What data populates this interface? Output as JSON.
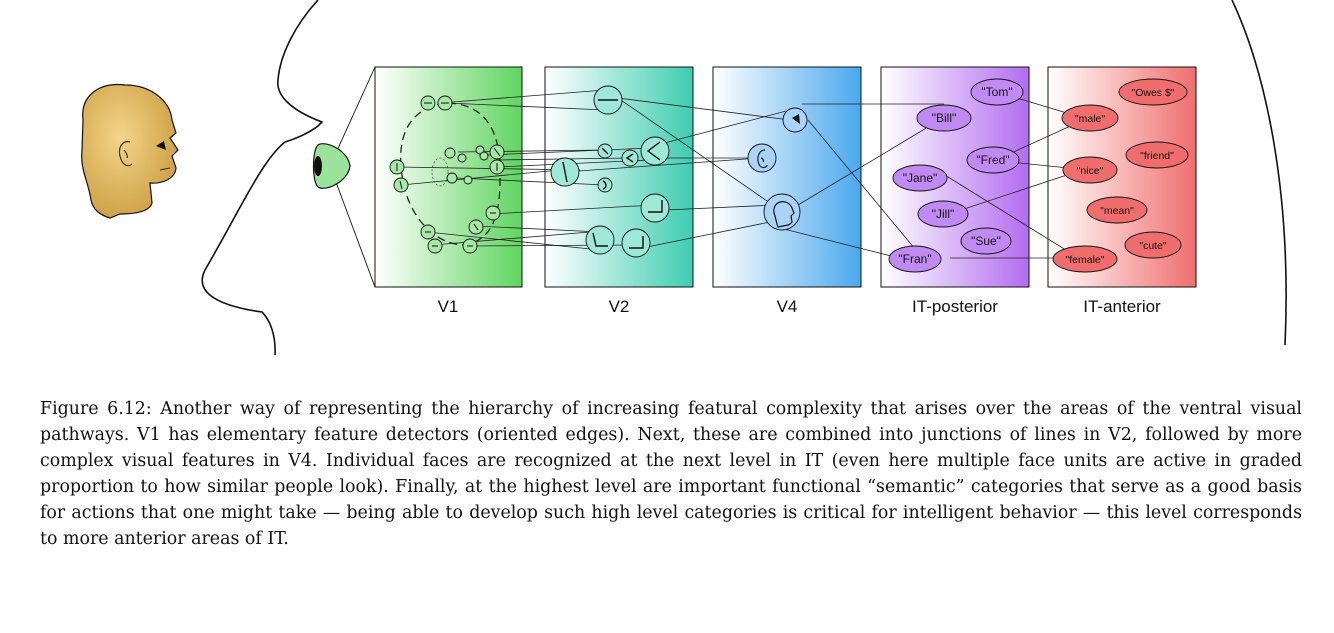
{
  "panels": [
    {
      "label": "V1",
      "from": "#ffffff",
      "to": "#5fd55f"
    },
    {
      "label": "V2",
      "from": "#ffffff",
      "to": "#3ecdb0"
    },
    {
      "label": "V4",
      "from": "#ffffff",
      "to": "#4aa8ee"
    },
    {
      "label": "IT-posterior",
      "from": "#ffffff",
      "to": "#b36cf0"
    },
    {
      "label": "IT-anterior",
      "from": "#ffffff",
      "to": "#f06e6e"
    }
  ],
  "it_posterior_nodes": [
    "\"Tom\"",
    "\"Bill\"",
    "\"Fred\"",
    "\"Jane\"",
    "\"Jill\"",
    "\"Sue\"",
    "\"Fran\""
  ],
  "it_anterior_nodes": [
    "\"Owes $\"",
    "\"male\"",
    "\"friend\"",
    "\"nice\"",
    "\"mean\"",
    "\"cute\"",
    "\"female\""
  ],
  "colors": {
    "face_skin": "#d9a94a",
    "v1_node": "#a6e8a6",
    "v2_node": "#9ee8d8",
    "v4_node": "#a9d3f7",
    "it_posterior_node": "#c08af2",
    "it_anterior_node": "#ef6d6d",
    "eye_cone": "#9be39b"
  },
  "caption": "Figure 6.12: Another way of representing the hierarchy of increasing featural complexity that arises over the areas of the ventral visual pathways. V1 has elementary feature detectors (oriented edges). Next, these are combined into junctions of lines in V2, followed by more complex visual features in V4. Individual faces are recognized at the next level in IT (even here multiple face units are active in graded proportion to how similar people look). Finally, at the highest level are important functional “semantic” categories that serve as a good basis for actions that one might take — being able to develop such high level categories is critical for intelligent behavior — this level corresponds to more anterior areas of IT."
}
